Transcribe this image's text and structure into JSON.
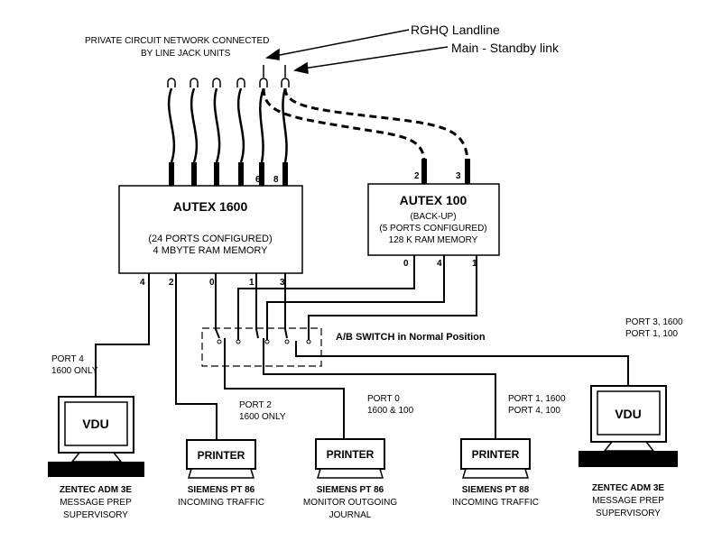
{
  "callouts": {
    "rghq": "RGHQ Landline",
    "main_standby": "Main - Standby link"
  },
  "network": {
    "line1": "PRIVATE CIRCUIT NETWORK CONNECTED",
    "line2": "BY LINE JACK UNITS"
  },
  "autex1600": {
    "title": "AUTEX 1600",
    "line1": "(24 PORTS CONFIGURED)",
    "line2": "4 MBYTE RAM MEMORY",
    "top_ports": [
      "6",
      "8"
    ],
    "bottom_ports": [
      "4",
      "2",
      "0",
      "1",
      "3"
    ]
  },
  "autex100": {
    "title": "AUTEX 100",
    "line1": "(BACK-UP)",
    "line2": "(5 PORTS CONFIGURED)",
    "line3": "128 K RAM MEMORY",
    "top_ports": [
      "2",
      "3"
    ],
    "bottom_ports": [
      "0",
      "4",
      "1"
    ]
  },
  "switch": {
    "label_bold": "A/B SWITCH",
    "label_rest": " in Normal Position"
  },
  "port_labels": {
    "p4": [
      "PORT 4",
      "1600 ONLY"
    ],
    "p2": [
      "PORT 2",
      "1600 ONLY"
    ],
    "p0": [
      "PORT 0",
      "1600 & 100"
    ],
    "p1": [
      "PORT 1, 1600",
      "PORT 4, 100"
    ],
    "p3": [
      "PORT 3, 1600",
      "PORT 1, 100"
    ]
  },
  "devices": {
    "vdu_left": {
      "label": "VDU",
      "name": "ZENTEC ADM 3E",
      "desc1": "MESSAGE PREP",
      "desc2": "SUPERVISORY"
    },
    "printer1": {
      "label": "PRINTER",
      "name": "SIEMENS PT 86",
      "desc1": "INCOMING TRAFFIC"
    },
    "printer2": {
      "label": "PRINTER",
      "name": "SIEMENS PT 86",
      "desc1": "MONITOR OUTGOING",
      "desc2": "JOURNAL"
    },
    "printer3": {
      "label": "PRINTER",
      "name": "SIEMENS PT 88",
      "desc1": "INCOMING TRAFFIC"
    },
    "vdu_right": {
      "label": "VDU",
      "name": "ZENTEC ADM 3E",
      "desc1": "MESSAGE PREP",
      "desc2": "SUPERVISORY"
    }
  }
}
